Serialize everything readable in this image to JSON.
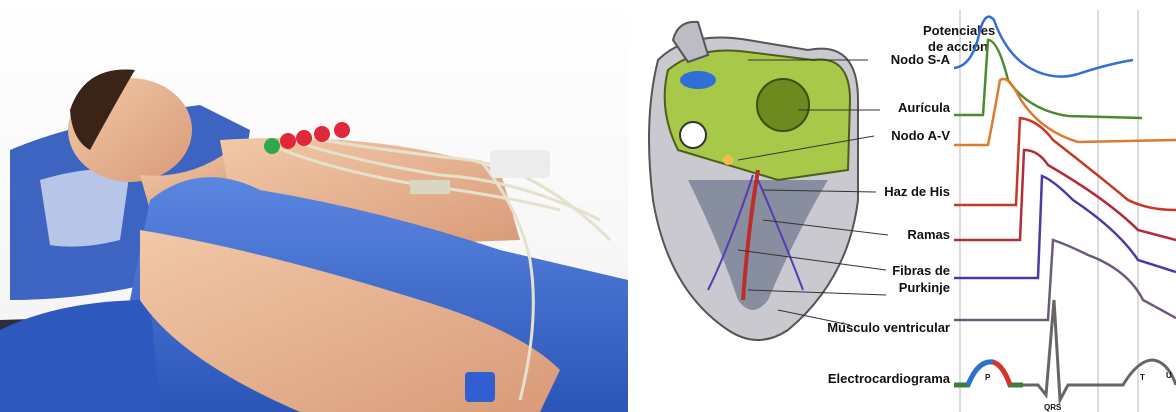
{
  "diagram": {
    "title": "Potenciales de acción",
    "title_line1": "Potenciales",
    "title_line2": "de acción",
    "labels": {
      "sa_node": "Nodo S-A",
      "atrium": "Aurícula",
      "av_node": "Nodo A-V",
      "his_bundle": "Haz de His",
      "branches": "Ramas",
      "purkinje_line1": "Fibras de",
      "purkinje_line2": "Purkinje",
      "ventricular_muscle": "Músculo ventricular",
      "ecg": "Electrocardiograma"
    },
    "ecg_waves": {
      "p": "P",
      "qrs": "QRS",
      "t": "T",
      "u": "U"
    },
    "colors": {
      "sa_node": "#2f6fd6",
      "atrium": "#4e8a2e",
      "av_node": "#e07a2e",
      "his_bundle": "#c43a24",
      "branches": "#b52b3a",
      "purkinje": "#4a3aa8",
      "ventricular_muscle": "#6b5a78",
      "heart_green": "#a8c84a",
      "gown_blue": "#3f6ecf"
    }
  }
}
